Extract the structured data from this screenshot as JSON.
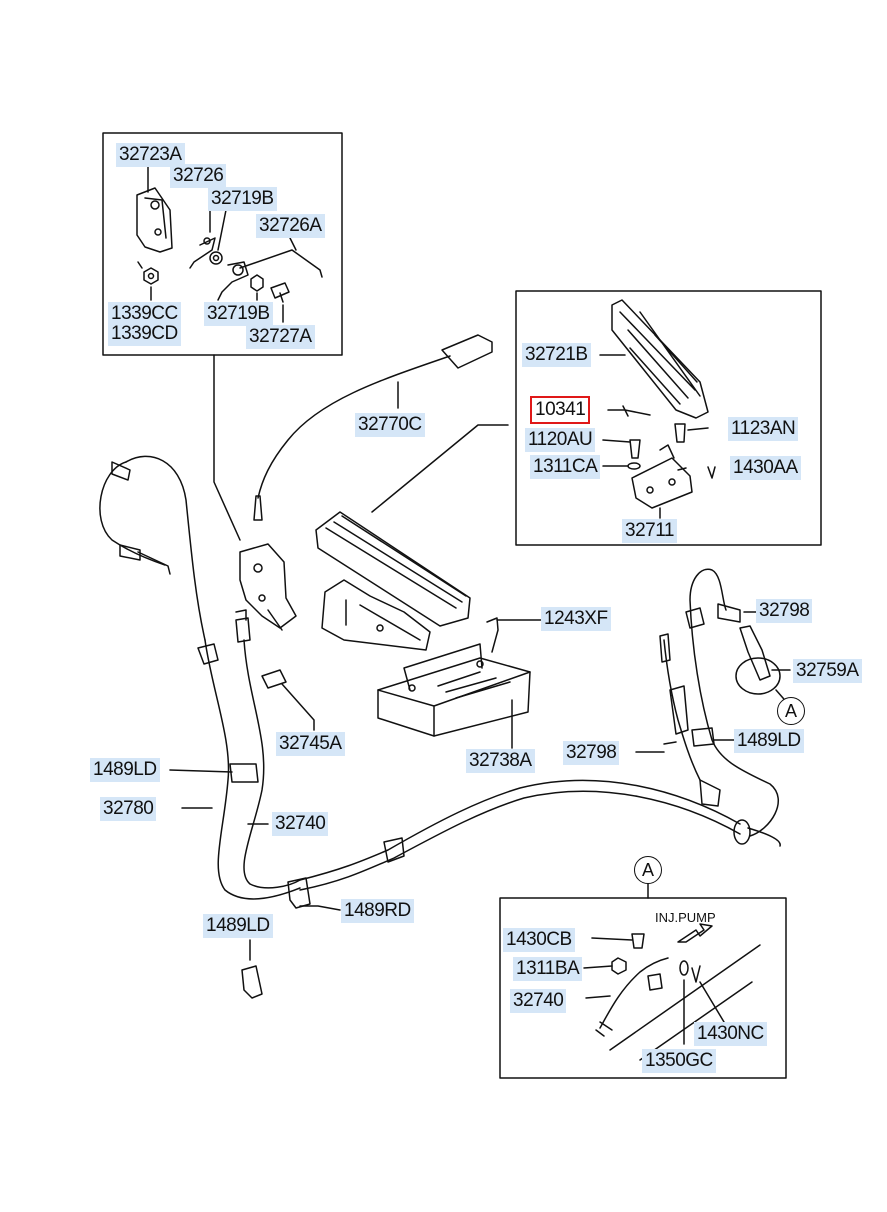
{
  "diagram": {
    "labels": {
      "p32723A": "32723A",
      "p32726": "32726",
      "p32719B_top": "32719B",
      "p32726A": "32726A",
      "p1339CC": "1339CC",
      "p1339CD": "1339CD",
      "p32719B_bot": "32719B",
      "p32727A": "32727A",
      "p32770C": "32770C",
      "p32721B": "32721B",
      "p10341": "10341",
      "p1123AN": "1123AN",
      "p1120AU": "1120AU",
      "p1311CA": "1311CA",
      "p1430AA": "1430AA",
      "p32711": "32711",
      "p1243XF": "1243XF",
      "p32798_top": "32798",
      "p32759A": "32759A",
      "p32745A": "32745A",
      "p32738A": "32738A",
      "p32798_mid": "32798",
      "p1489LD_right": "1489LD",
      "p1489LD_left": "1489LD",
      "p32780": "32780",
      "p32740": "32740",
      "p1489RD": "1489RD",
      "p1489LD_bottom": "1489LD",
      "p1430CB": "1430CB",
      "p1311BA": "1311BA",
      "p32740_detail": "32740",
      "p1430NC": "1430NC",
      "p1350GC": "1350GC"
    },
    "markers": {
      "a_right": "A",
      "a_detail": "A"
    },
    "inj_pump_text": "INJ.PUMP",
    "highlight": "10341",
    "colors": {
      "label_bg": "#d5e6f7",
      "highlight_border": "#e01818",
      "line": "#111111"
    }
  }
}
